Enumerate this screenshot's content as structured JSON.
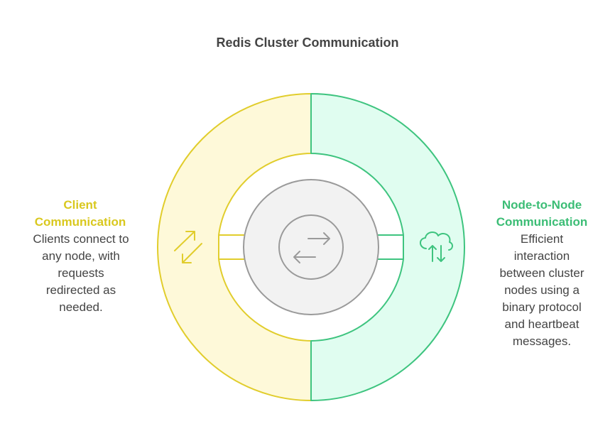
{
  "title": "Redis Cluster Communication",
  "colors": {
    "client_fill": "#fef9d9",
    "client_stroke": "#e1cd2c",
    "client_text": "#d9c81e",
    "node_fill": "#e0fdf0",
    "node_stroke": "#3ec47f",
    "node_text": "#3bbd75",
    "center_fill": "#f2f2f2",
    "center_stroke": "#9a9a9a",
    "body_text": "#444444"
  },
  "left": {
    "heading_line1": "Client",
    "heading_line2": "Communication",
    "body_lines": [
      "Clients connect to",
      "any node, with",
      "requests",
      "redirected as",
      "needed."
    ],
    "icon": "arrows-diagonal-swap-icon"
  },
  "right": {
    "heading_line1": "Node-to-Node",
    "heading_line2": "Communication",
    "body_lines": [
      "Efficient",
      "interaction",
      "between cluster",
      "nodes using a",
      "binary protocol",
      "and heartbeat",
      "messages."
    ],
    "icon": "cloud-sync-icon"
  },
  "center": {
    "icon": "arrows-exchange-icon"
  }
}
